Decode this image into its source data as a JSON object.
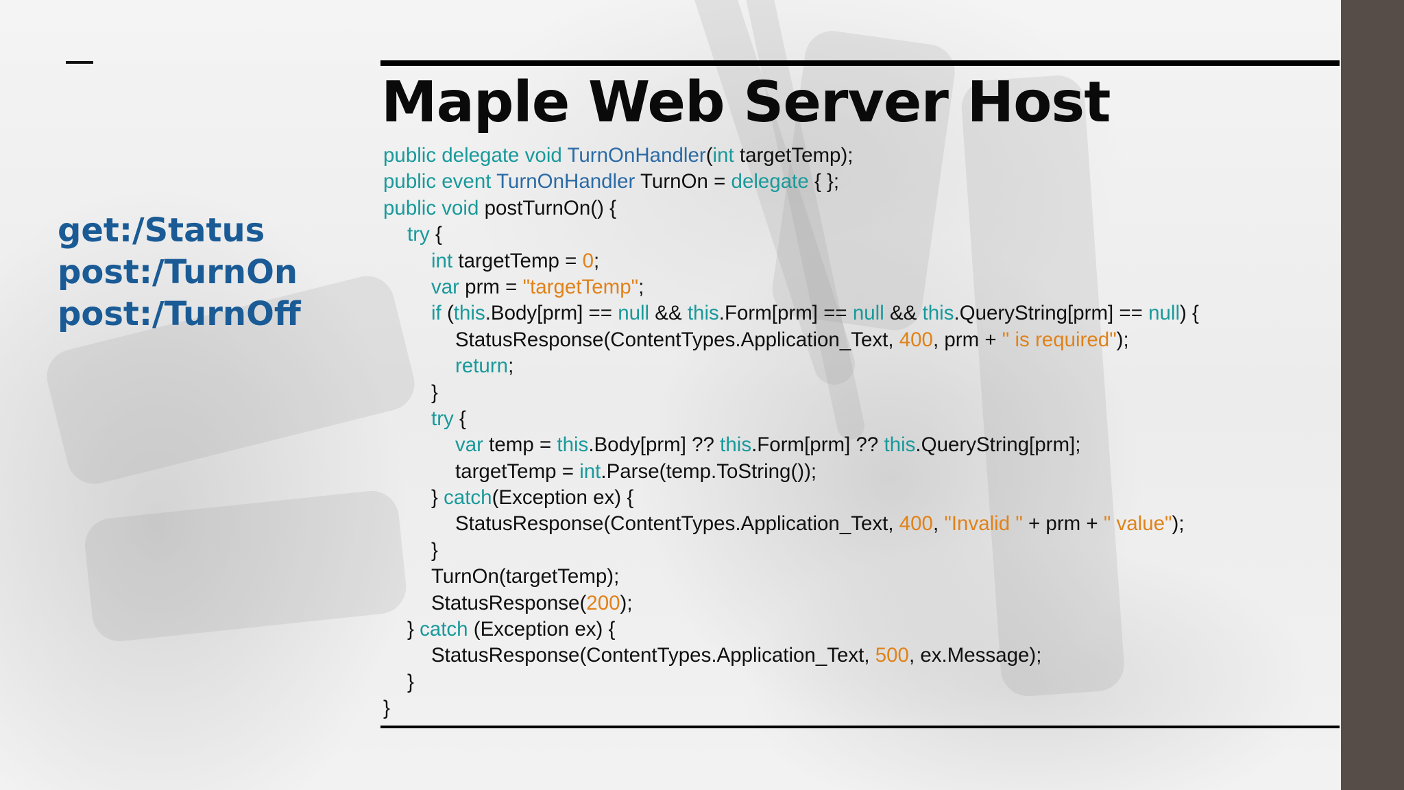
{
  "slide": {
    "title": "Maple Web Server Host",
    "endpoints": [
      "get:/Status",
      "post:/TurnOn",
      "post:/TurnOff"
    ]
  },
  "code": {
    "language": "csharp",
    "lines": [
      {
        "indent": 0,
        "tokens": [
          [
            "kw",
            "public delegate void "
          ],
          [
            "ty",
            "TurnOnHandler"
          ],
          [
            "",
            "("
          ],
          [
            "kw",
            "int"
          ],
          [
            "",
            " targetTemp);"
          ]
        ]
      },
      {
        "indent": 0,
        "tokens": [
          [
            "kw",
            "public event "
          ],
          [
            "ty",
            "TurnOnHandler"
          ],
          [
            "",
            " TurnOn = "
          ],
          [
            "kw",
            "delegate"
          ],
          [
            "",
            " { };"
          ]
        ]
      },
      {
        "indent": 0,
        "tokens": [
          [
            "kw",
            "public void"
          ],
          [
            "",
            " postTurnOn() {"
          ]
        ]
      },
      {
        "indent": 1,
        "tokens": [
          [
            "kw",
            "try"
          ],
          [
            "",
            " {"
          ]
        ]
      },
      {
        "indent": 2,
        "tokens": [
          [
            "kw",
            "int"
          ],
          [
            "",
            " targetTemp = "
          ],
          [
            "num",
            "0"
          ],
          [
            "",
            ";"
          ]
        ]
      },
      {
        "indent": 2,
        "tokens": [
          [
            "kw",
            "var"
          ],
          [
            "",
            " prm = "
          ],
          [
            "str",
            "\"targetTemp\""
          ],
          [
            "",
            ";"
          ]
        ]
      },
      {
        "indent": 2,
        "tokens": [
          [
            "kw",
            "if"
          ],
          [
            "",
            " ("
          ],
          [
            "kw",
            "this"
          ],
          [
            "",
            ".Body[prm] == "
          ],
          [
            "kw",
            "null"
          ],
          [
            "",
            " && "
          ],
          [
            "kw",
            "this"
          ],
          [
            "",
            ".Form[prm] == "
          ],
          [
            "kw",
            "null"
          ],
          [
            "",
            " && "
          ],
          [
            "kw",
            "this"
          ],
          [
            "",
            ".QueryString[prm] == "
          ],
          [
            "kw",
            "null"
          ],
          [
            "",
            ") {"
          ]
        ]
      },
      {
        "indent": 3,
        "tokens": [
          [
            "",
            "StatusResponse(ContentTypes.Application_Text, "
          ],
          [
            "num",
            "400"
          ],
          [
            "",
            ", prm + "
          ],
          [
            "str",
            "\" is required\""
          ],
          [
            "",
            ");"
          ]
        ]
      },
      {
        "indent": 3,
        "tokens": [
          [
            "kw",
            "return"
          ],
          [
            "",
            ";"
          ]
        ]
      },
      {
        "indent": 2,
        "tokens": [
          [
            "",
            "}"
          ]
        ]
      },
      {
        "indent": 2,
        "tokens": [
          [
            "kw",
            "try"
          ],
          [
            "",
            " {"
          ]
        ]
      },
      {
        "indent": 3,
        "tokens": [
          [
            "kw",
            "var"
          ],
          [
            "",
            " temp = "
          ],
          [
            "kw",
            "this"
          ],
          [
            "",
            ".Body[prm] ?? "
          ],
          [
            "kw",
            "this"
          ],
          [
            "",
            ".Form[prm] ?? "
          ],
          [
            "kw",
            "this"
          ],
          [
            "",
            ".QueryString[prm];"
          ]
        ]
      },
      {
        "indent": 3,
        "tokens": [
          [
            "",
            "targetTemp = "
          ],
          [
            "kw",
            "int"
          ],
          [
            "",
            ".Parse(temp.ToString());"
          ]
        ]
      },
      {
        "indent": 2,
        "tokens": [
          [
            "",
            "} "
          ],
          [
            "kw",
            "catch"
          ],
          [
            "",
            "(Exception ex) {"
          ]
        ]
      },
      {
        "indent": 3,
        "tokens": [
          [
            "",
            "StatusResponse(ContentTypes.Application_Text, "
          ],
          [
            "num",
            "400"
          ],
          [
            "",
            ", "
          ],
          [
            "str",
            "\"Invalid \""
          ],
          [
            "",
            " + prm + "
          ],
          [
            "str",
            "\" value\""
          ],
          [
            "",
            ");"
          ]
        ]
      },
      {
        "indent": 2,
        "tokens": [
          [
            "",
            "}"
          ]
        ]
      },
      {
        "indent": 2,
        "tokens": [
          [
            "",
            "TurnOn(targetTemp);"
          ]
        ]
      },
      {
        "indent": 2,
        "tokens": [
          [
            "",
            "StatusResponse("
          ],
          [
            "num",
            "200"
          ],
          [
            "",
            ");"
          ]
        ]
      },
      {
        "indent": 1,
        "tokens": [
          [
            "",
            "} "
          ],
          [
            "kw",
            "catch"
          ],
          [
            "",
            " (Exception ex) {"
          ]
        ]
      },
      {
        "indent": 2,
        "tokens": [
          [
            "",
            "StatusResponse(ContentTypes.Application_Text, "
          ],
          [
            "num",
            "500"
          ],
          [
            "",
            ", ex.Message);"
          ]
        ]
      },
      {
        "indent": 1,
        "tokens": [
          [
            "",
            "}"
          ]
        ]
      },
      {
        "indent": 0,
        "tokens": [
          [
            "",
            "}"
          ]
        ]
      }
    ]
  }
}
